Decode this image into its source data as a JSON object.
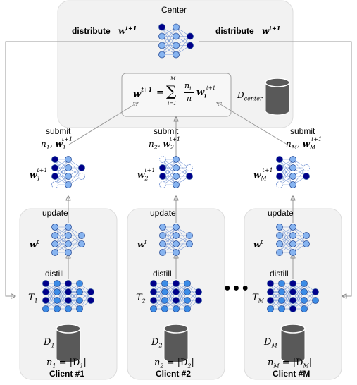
{
  "center": {
    "title": "Center",
    "distribute_left": "distribute",
    "distribute_right": "distribute",
    "distribute_weight": "w",
    "distribute_weight_sup": "t+1",
    "formula_lhs": "w",
    "formula_lhs_sup": "t+1",
    "formula_eq": "=",
    "formula_sum_top": "M",
    "formula_sum_bottom": "i=1",
    "formula_frac_num": "n_i",
    "formula_frac_den": "n",
    "formula_rhs": "w",
    "formula_rhs_sub": "i",
    "formula_rhs_sup": "t+1",
    "data_label": "D",
    "data_label_sub": "center"
  },
  "submit": [
    {
      "label": "submit",
      "n": "n_1, ",
      "w": "w",
      "sub": "1",
      "sup": "t+1"
    },
    {
      "label": "submit",
      "n": "n_2, ",
      "w": "w",
      "sub": "2",
      "sup": "t+1"
    },
    {
      "label": "submit",
      "n": "n_M, ",
      "w": "w",
      "sub": "M",
      "sup": "t+1"
    }
  ],
  "clients": [
    {
      "name": "Client #1",
      "model_w": "w",
      "model_sub": "1",
      "model_sup": "t+1",
      "update": "update",
      "global_w": "w",
      "global_sup": "t",
      "distill": "distill",
      "teacher": "T",
      "teacher_sub": "1",
      "data": "D",
      "data_sub": "1",
      "size": "n",
      "size_sub": "1",
      "size_eq": "= |D",
      "size_eq_sub": "1",
      "size_close": "|"
    },
    {
      "name": "Client #2",
      "model_w": "w",
      "model_sub": "2",
      "model_sup": "t+1",
      "update": "update",
      "global_w": "w",
      "global_sup": "t",
      "distill": "distill",
      "teacher": "T",
      "teacher_sub": "2",
      "data": "D",
      "data_sub": "2",
      "size": "n",
      "size_sub": "2",
      "size_eq": "= |D",
      "size_eq_sub": "2",
      "size_close": "|"
    },
    {
      "name": "Client #M",
      "model_w": "w",
      "model_sub": "M",
      "model_sup": "t+1",
      "update": "update",
      "global_w": "w",
      "global_sup": "t",
      "distill": "distill",
      "teacher": "T",
      "teacher_sub": "M",
      "data": "D",
      "data_sub": "M",
      "size": "n",
      "size_sub": "M",
      "size_eq": "= |D",
      "size_eq_sub": "M",
      "size_close": "|"
    }
  ],
  "ellipsis": "●●●",
  "colors": {
    "panel": "#f2f2f2",
    "panel_stroke": "#d0d0d0",
    "node_dark": "#00008b",
    "node_light": "#87b4f0",
    "node_mid": "#3c8ce6",
    "edge": "#7a9ad6",
    "arrow": "#9a9a9a",
    "cylinder": "#595959"
  }
}
